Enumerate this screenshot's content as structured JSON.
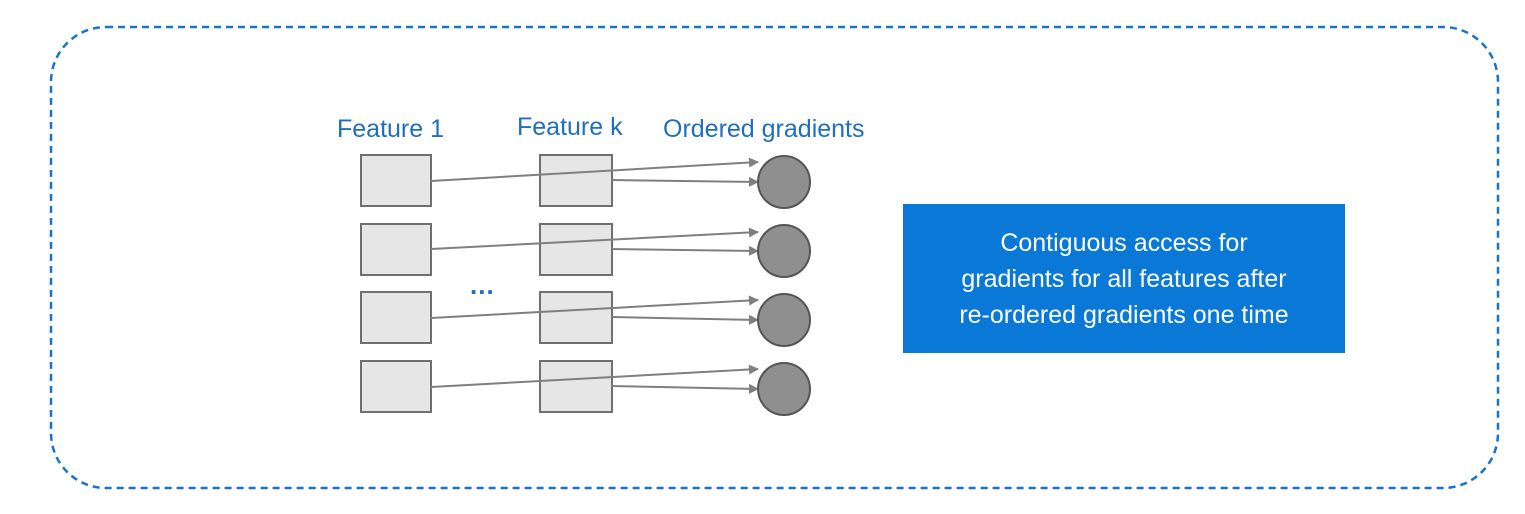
{
  "labels": {
    "feature_1": "Feature 1",
    "feature_k": "Feature k",
    "ordered_gradients": "Ordered gradients",
    "ellipsis": "..."
  },
  "callout": {
    "lines": [
      "Contiguous access for",
      "gradients for all features after",
      "re-ordered gradients one time"
    ]
  },
  "colors": {
    "frame_border": "#1a73c7",
    "label_text": "#1f6fbf",
    "box_fill": "#e6e6e6",
    "box_stroke": "#6f6f6f",
    "circle_fill": "#8f8f8f",
    "arrow": "#7f7f7f",
    "callout_bg": "#0a78d7",
    "callout_text": "#ffffff"
  }
}
